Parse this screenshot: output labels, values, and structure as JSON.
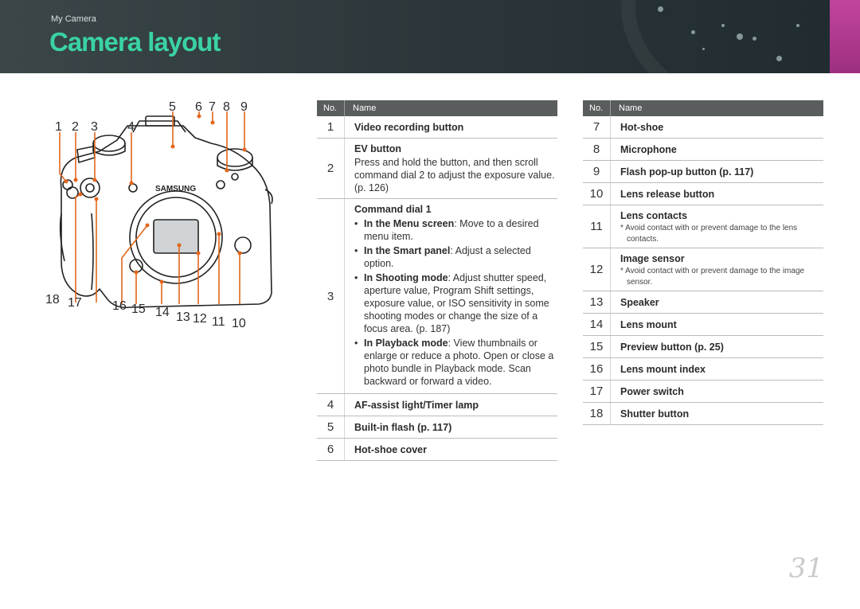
{
  "header": {
    "breadcrumb": "My Camera",
    "title": "Camera layout"
  },
  "figure": {
    "callouts_top": [
      "1",
      "2",
      "3",
      "4",
      "5",
      "6",
      "7",
      "8",
      "9"
    ],
    "callouts_bottom": [
      "18",
      "17",
      "16",
      "15",
      "14",
      "13",
      "12",
      "11",
      "10"
    ],
    "brand": "SAMSUNG"
  },
  "table_headers": {
    "no": "No.",
    "name": "Name"
  },
  "left_table": [
    {
      "no": "1",
      "title": "Video recording button"
    },
    {
      "no": "2",
      "title": "EV button",
      "desc": "Press and hold the button, and then scroll command dial 2 to adjust the exposure value. (p. 126)"
    },
    {
      "no": "3",
      "title": "Command dial 1",
      "bullets": [
        {
          "bold": "In the Menu screen",
          "text": ": Move to a desired menu item."
        },
        {
          "bold": "In the Smart panel",
          "text": ": Adjust a selected option."
        },
        {
          "bold": "In Shooting mode",
          "text": ": Adjust shutter speed, aperture value, Program Shift settings, exposure value, or ISO sensitivity in some shooting modes or change the size of a focus area. (p. 187)"
        },
        {
          "bold": "In Playback mode",
          "text": ": View thumbnails or enlarge or reduce a photo. Open or close a photo bundle in Playback mode. Scan backward or forward a video."
        }
      ]
    },
    {
      "no": "4",
      "title": "AF-assist light/Timer lamp"
    },
    {
      "no": "5",
      "title": "Built-in flash (p. 117)"
    },
    {
      "no": "6",
      "title": "Hot-shoe cover"
    }
  ],
  "right_table": [
    {
      "no": "7",
      "title": "Hot-shoe"
    },
    {
      "no": "8",
      "title": "Microphone"
    },
    {
      "no": "9",
      "title": "Flash pop-up button (p. 117)"
    },
    {
      "no": "10",
      "title": "Lens release button"
    },
    {
      "no": "11",
      "title": "Lens contacts",
      "note": "* Avoid contact with or prevent damage to the lens contacts."
    },
    {
      "no": "12",
      "title": "Image sensor",
      "note": "* Avoid contact with or prevent damage to the image sensor."
    },
    {
      "no": "13",
      "title": "Speaker"
    },
    {
      "no": "14",
      "title": "Lens mount"
    },
    {
      "no": "15",
      "title": "Preview button (p. 25)"
    },
    {
      "no": "16",
      "title": "Lens mount index"
    },
    {
      "no": "17",
      "title": "Power switch"
    },
    {
      "no": "18",
      "title": "Shutter button"
    }
  ],
  "page_number": "31",
  "colors": {
    "title": "#3ad3a3",
    "callout_lines": "#e2661b",
    "tab": "#b83a93",
    "table_header": "#5a5d5e"
  }
}
